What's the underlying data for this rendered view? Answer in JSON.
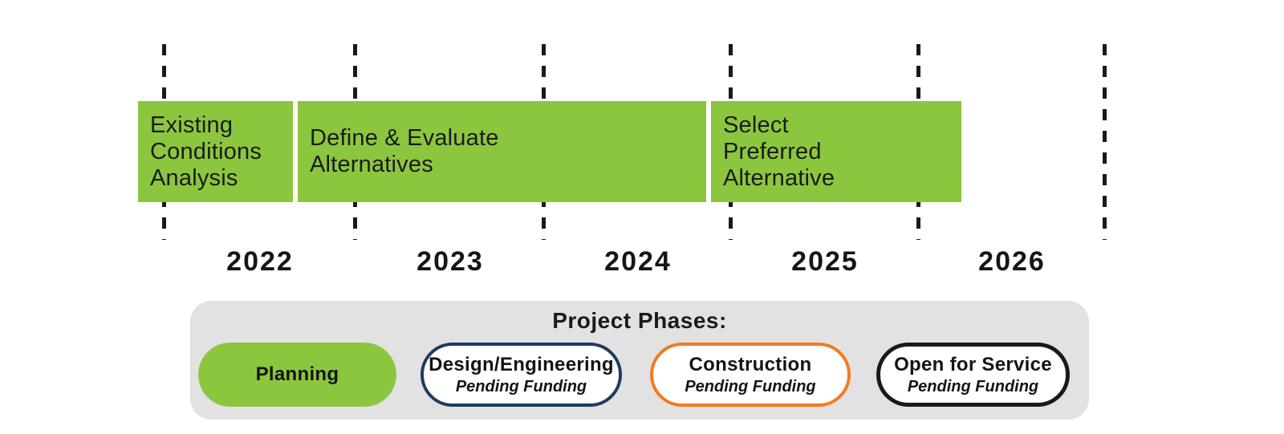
{
  "timeline": {
    "years": [
      "2022",
      "2023",
      "2024",
      "2025",
      "2026"
    ],
    "phases": [
      {
        "label": "Existing Conditions Analysis",
        "lines": [
          "Existing",
          "Conditions",
          "Analysis"
        ],
        "status": "Planning",
        "start_year_approx": 2021.9,
        "end_year_approx": 2022.7
      },
      {
        "label": "Define & Evaluate Alternatives",
        "lines": [
          "Define & Evaluate",
          "Alternatives"
        ],
        "status": "Planning",
        "start_year_approx": 2022.7,
        "end_year_approx": 2024.9
      },
      {
        "label": "Select Preferred Alternative",
        "lines": [
          "Select",
          "Preferred",
          "Alternative"
        ],
        "status": "Planning",
        "start_year_approx": 2024.9,
        "end_year_approx": 2026.2
      }
    ]
  },
  "legend": {
    "title": "Project Phases:",
    "items": [
      {
        "label": "Planning",
        "sublabel": "",
        "style": "filled-green"
      },
      {
        "label": "Design/Engineering",
        "sublabel": "Pending Funding",
        "style": "outline-navy"
      },
      {
        "label": "Construction",
        "sublabel": "Pending Funding",
        "style": "outline-orange"
      },
      {
        "label": "Open for Service",
        "sublabel": "Pending Funding",
        "style": "outline-black"
      }
    ]
  },
  "colors": {
    "green": "#8CC63F",
    "navy": "#1D3C5E",
    "orange": "#F5791F",
    "ink": "#1A1A1A",
    "legend_bg": "#E2E2E2",
    "text": "#1C1C1C"
  }
}
